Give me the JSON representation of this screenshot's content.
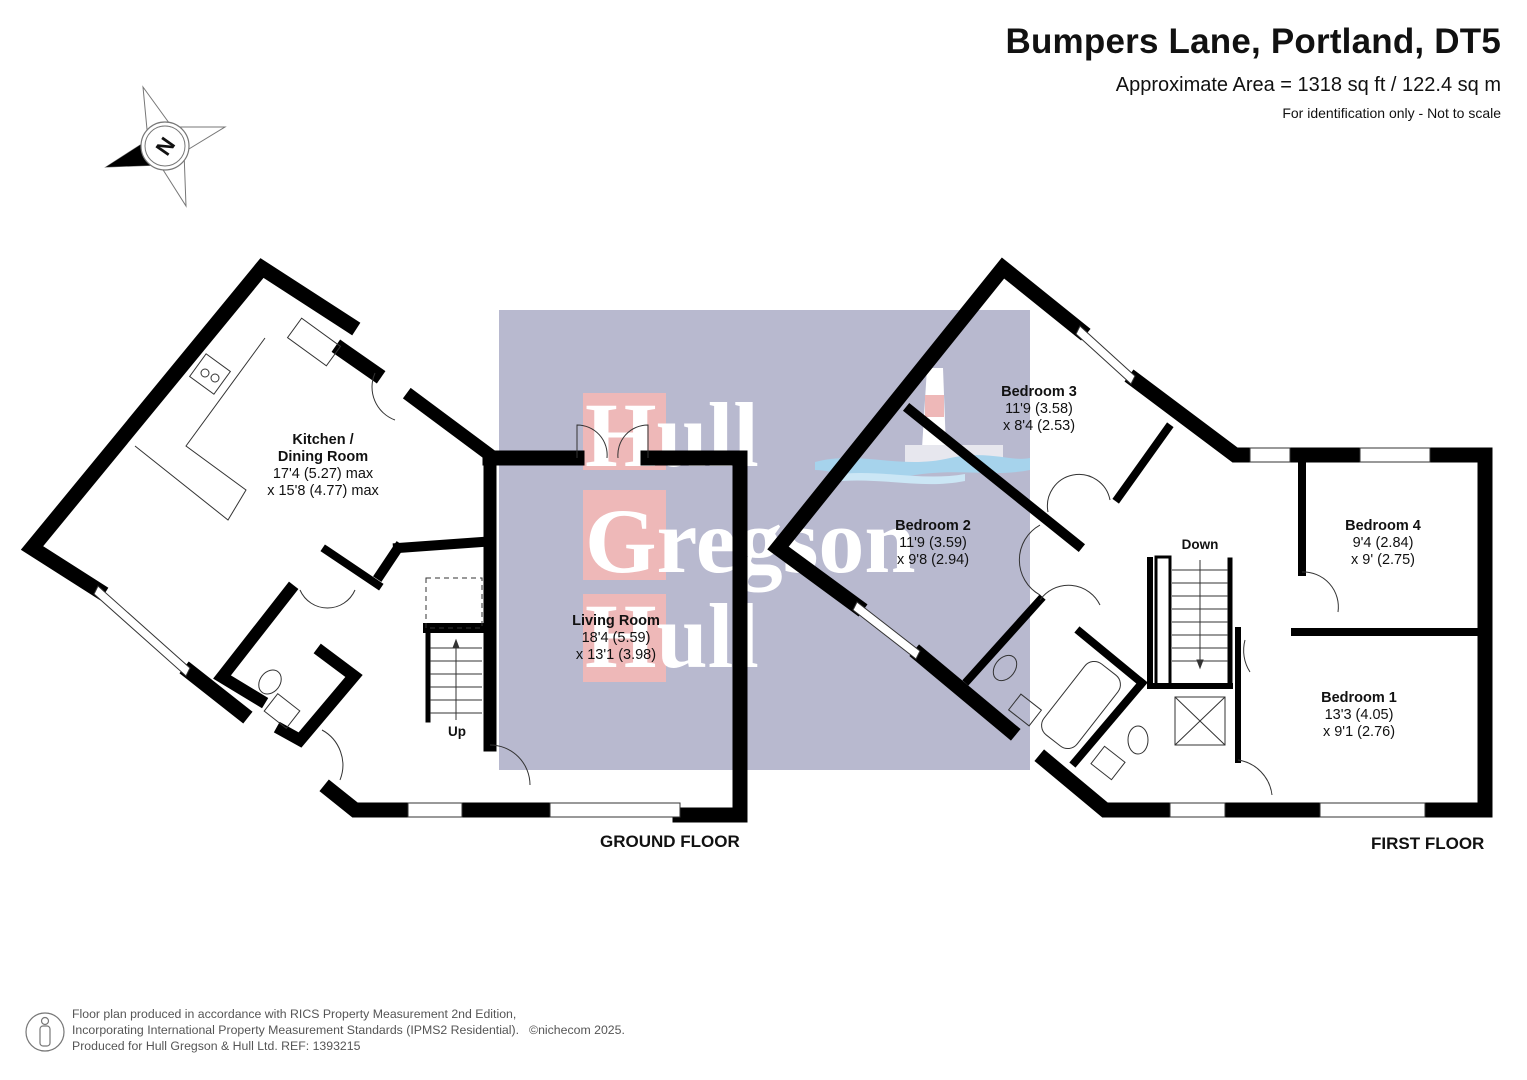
{
  "header": {
    "title": "Bumpers Lane, Portland, DT5",
    "area": "Approximate Area = 1318 sq ft / 122.4 sq m",
    "note": "For identification only - Not to scale"
  },
  "compass": {
    "label": "N",
    "icon": "compass-north-icon"
  },
  "watermark": {
    "lines": [
      "Hull",
      "Gregson",
      "Hull"
    ],
    "background_color": "#b8b9cf",
    "accent_color": "#eeb8b8",
    "logo_icon": "lighthouse-icon"
  },
  "floors": [
    {
      "label": "GROUND FLOOR",
      "rooms": [
        {
          "name": "Kitchen /",
          "name2": "Dining Room",
          "dim1": "17'4 (5.27) max",
          "dim2": "x 15'8 (4.77) max"
        },
        {
          "name": "Living Room",
          "dim1": "18'4 (5.59)",
          "dim2": "x 13'1 (3.98)"
        }
      ],
      "stairs": "Up"
    },
    {
      "label": "FIRST FLOOR",
      "rooms": [
        {
          "name": "Bedroom 3",
          "dim1": "11'9 (3.58)",
          "dim2": "x 8'4 (2.53)"
        },
        {
          "name": "Bedroom 2",
          "dim1": "11'9 (3.59)",
          "dim2": "x 9'8 (2.94)"
        },
        {
          "name": "Bedroom 4",
          "dim1": "9'4 (2.84)",
          "dim2": "x 9' (2.75)"
        },
        {
          "name": "Bedroom 1",
          "dim1": "13'3 (4.05)",
          "dim2": "x 9'1 (2.76)"
        }
      ],
      "stairs": "Down"
    }
  ],
  "footer": {
    "line1": "Floor plan produced in accordance with RICS Property Measurement 2nd Edition,",
    "line2": "Incorporating International Property Measurement Standards (IPMS2 Residential).",
    "copyright": "©nichecom 2025.",
    "line3": "Produced for Hull Gregson & Hull Ltd.    REF: 1393215"
  }
}
